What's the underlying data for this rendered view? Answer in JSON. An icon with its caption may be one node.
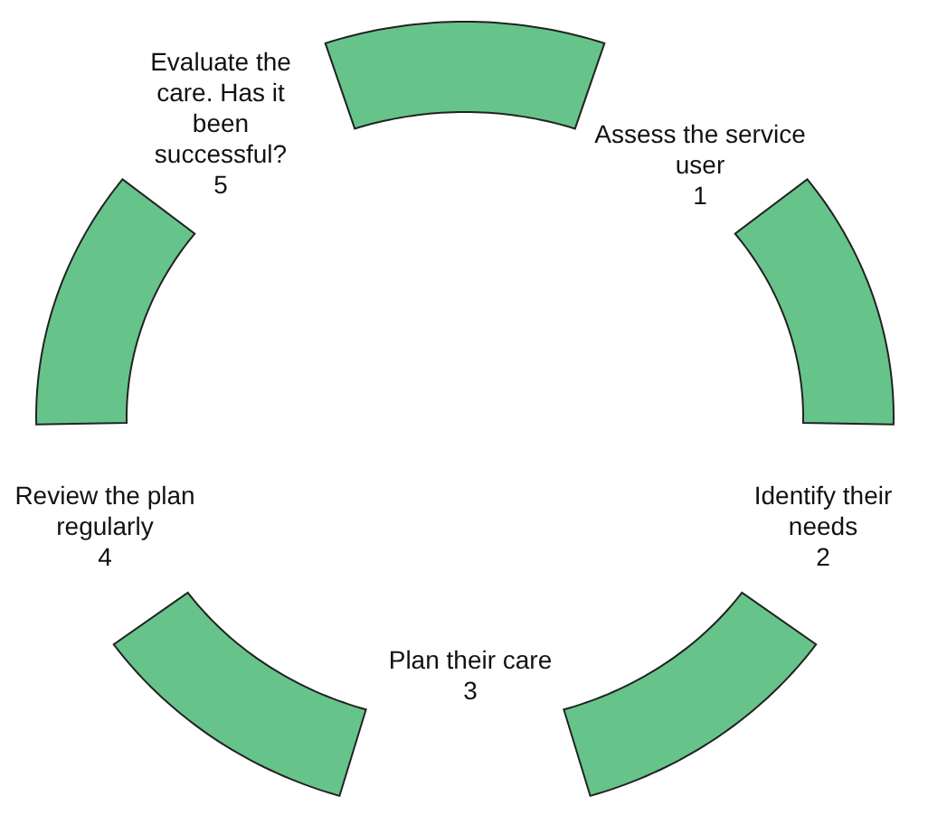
{
  "diagram": {
    "nodes": [
      {
        "text": [
          "Assess the service user",
          "1"
        ]
      },
      {
        "text": [
          "Identify their needs",
          "2"
        ]
      },
      {
        "text": [
          "Plan their care",
          "3"
        ]
      },
      {
        "text": [
          "Review the plan regularly",
          "4"
        ]
      },
      {
        "text": [
          "Evaluate the care. Has it been successful?",
          "5"
        ]
      }
    ],
    "edges": [
      {
        "from": 0,
        "to": 1,
        "arrow": "none",
        "style": "thick"
      },
      {
        "from": 1,
        "to": 2,
        "arrow": "none",
        "style": "thick"
      },
      {
        "from": 2,
        "to": 3,
        "arrow": "none",
        "style": "thick"
      },
      {
        "from": 3,
        "to": 4,
        "arrow": "none",
        "style": "thick"
      },
      {
        "from": 4,
        "to": 0,
        "arrow": "none",
        "style": "thick"
      }
    ]
  }
}
